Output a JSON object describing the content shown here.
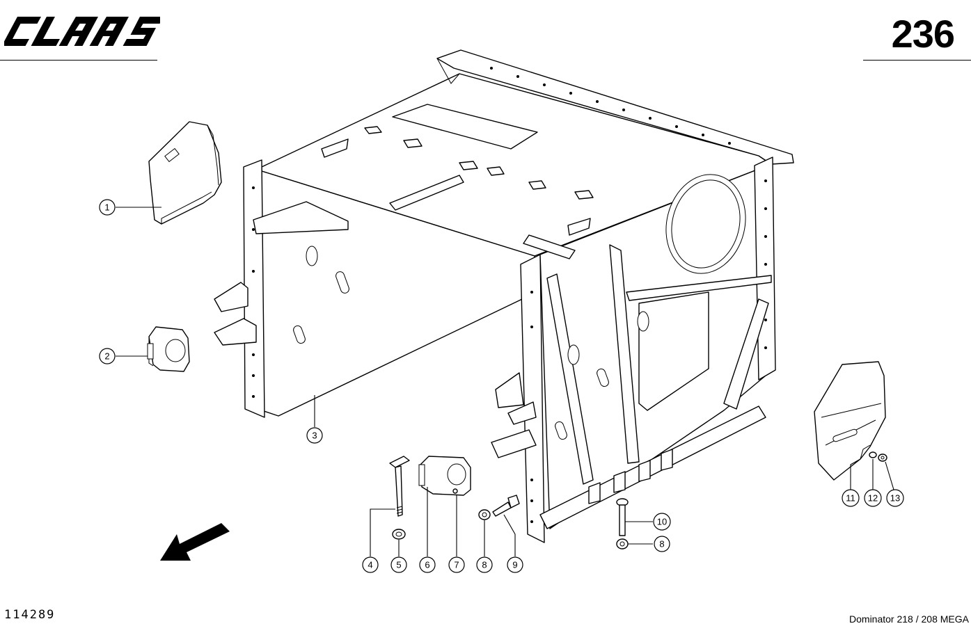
{
  "header": {
    "brand": "CLAAS",
    "page_number": "236"
  },
  "footer": {
    "drawing_number": "114289",
    "model": "Dominator 218 / 208 MEGA"
  },
  "callouts": [
    {
      "id": "c1",
      "label": "1"
    },
    {
      "id": "c2",
      "label": "2"
    },
    {
      "id": "c3",
      "label": "3"
    },
    {
      "id": "c4",
      "label": "4"
    },
    {
      "id": "c5",
      "label": "5"
    },
    {
      "id": "c6",
      "label": "6"
    },
    {
      "id": "c7",
      "label": "7"
    },
    {
      "id": "c8a",
      "label": "8"
    },
    {
      "id": "c9",
      "label": "9"
    },
    {
      "id": "c10",
      "label": "10"
    },
    {
      "id": "c8b",
      "label": "8"
    },
    {
      "id": "c11",
      "label": "11"
    },
    {
      "id": "c12",
      "label": "12"
    },
    {
      "id": "c13",
      "label": "13"
    }
  ],
  "icons": {
    "direction_arrow": "arrow-down-left-icon",
    "logo": "claas-logo"
  }
}
